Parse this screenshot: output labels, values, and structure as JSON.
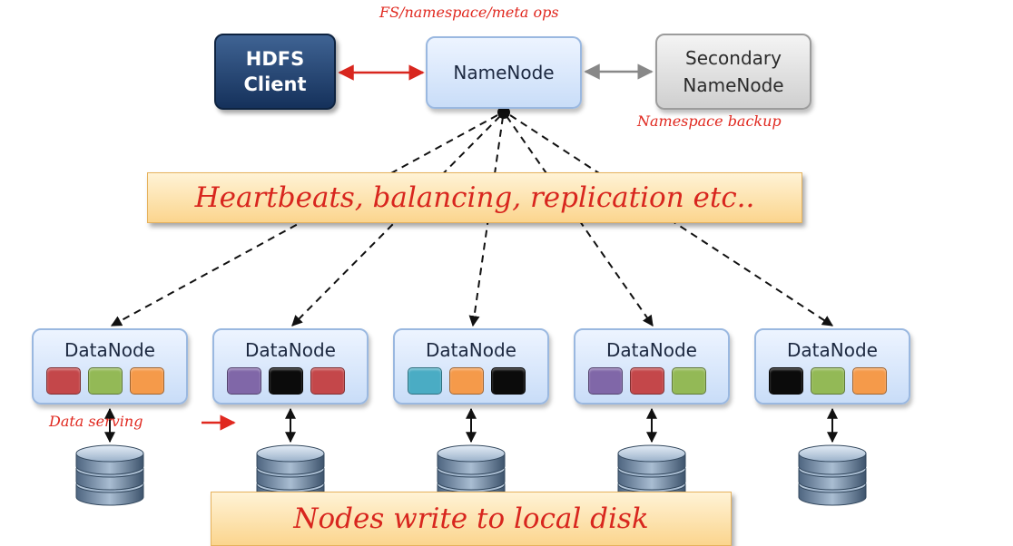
{
  "labels": {
    "fs_ops": "FS/namespace/meta ops",
    "namespace_backup": "Namespace backup",
    "data_serving": "Data serving",
    "data_serving_arrow": "→"
  },
  "hdfs_client": {
    "line1": "HDFS",
    "line2": "Client"
  },
  "namenode": {
    "label": "NameNode"
  },
  "secondary_namenode": {
    "line1": "Secondary",
    "line2": "NameNode"
  },
  "banners": {
    "heartbeats": "Heartbeats, balancing, replication etc..",
    "local_disk": "Nodes write to local disk"
  },
  "colors": {
    "red": "#c4474a",
    "green": "#93b956",
    "orange": "#f59a4a",
    "purple": "#8067a8",
    "black": "#0b0b0b",
    "teal": "#4aacc4",
    "client_link": "#d8261e",
    "secondary_link": "#888888"
  },
  "datanodes": [
    {
      "label": "DataNode",
      "blocks": [
        "red",
        "green",
        "orange"
      ]
    },
    {
      "label": "DataNode",
      "blocks": [
        "purple",
        "black",
        "red"
      ]
    },
    {
      "label": "DataNode",
      "blocks": [
        "teal",
        "orange",
        "black"
      ]
    },
    {
      "label": "DataNode",
      "blocks": [
        "purple",
        "red",
        "green"
      ]
    },
    {
      "label": "DataNode",
      "blocks": [
        "black",
        "green",
        "orange"
      ]
    }
  ]
}
